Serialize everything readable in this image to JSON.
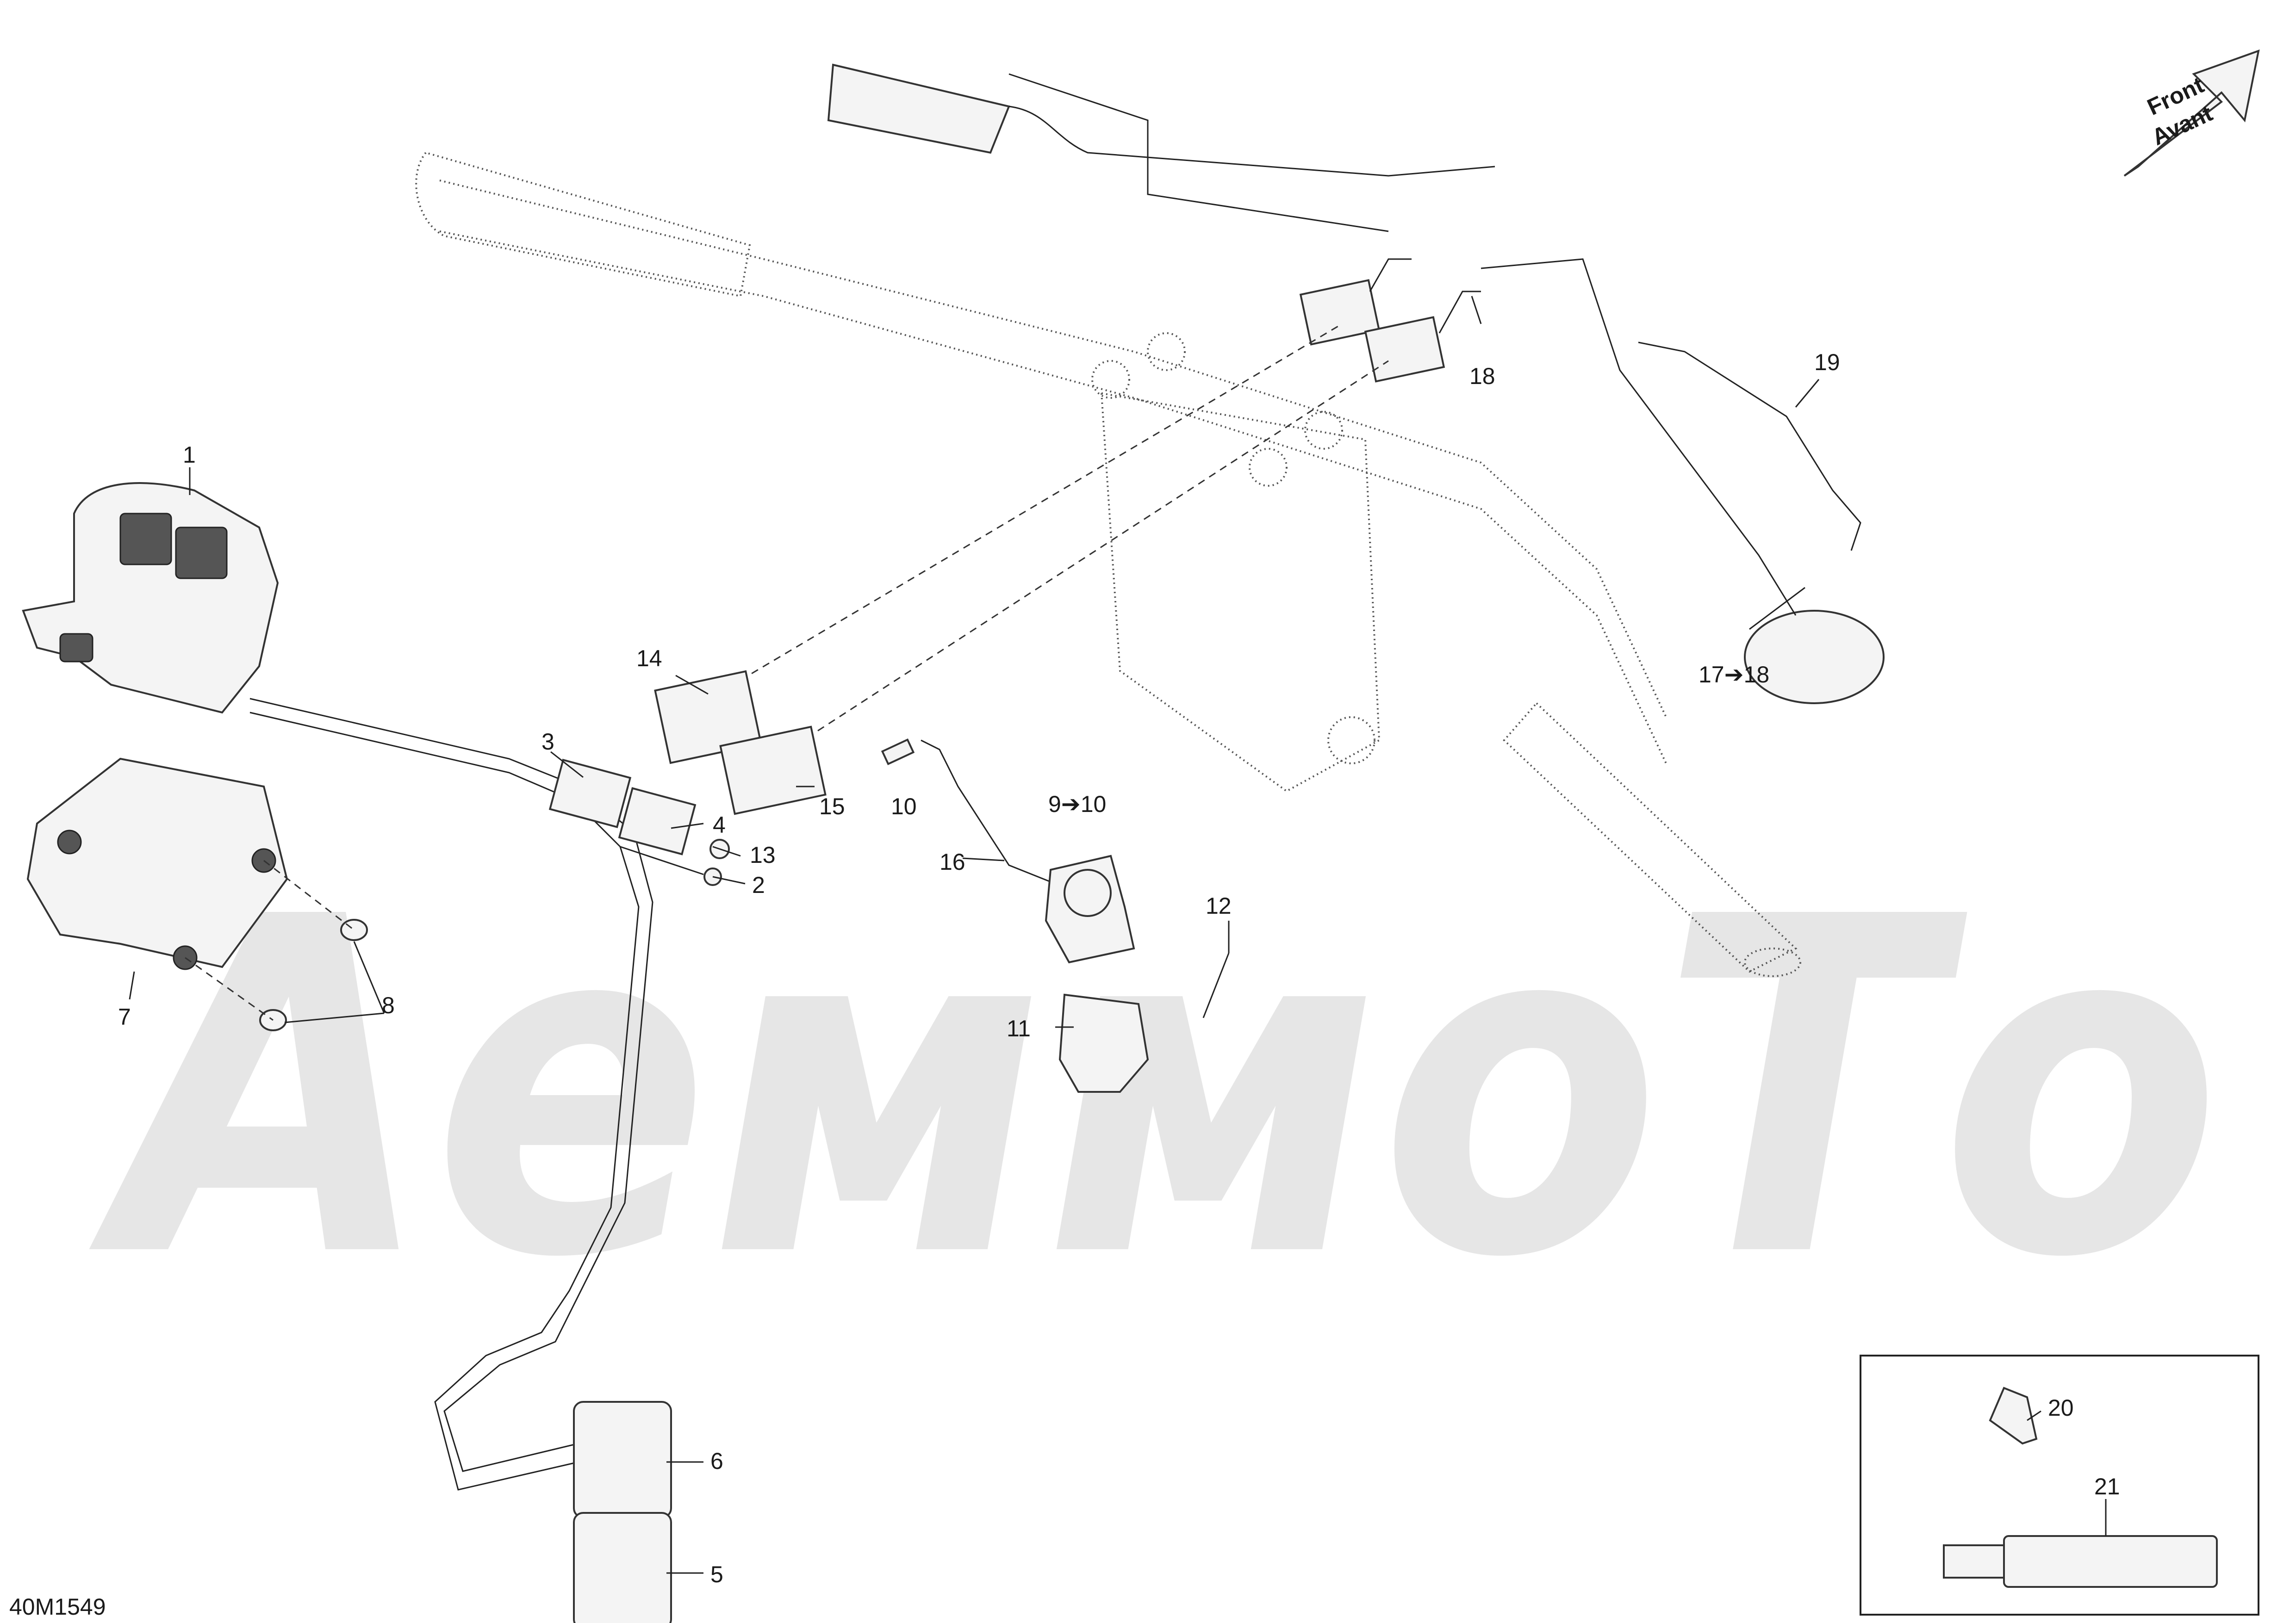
{
  "diagram": {
    "drawing_code": "40M1549",
    "watermark": "АеммоТо",
    "direction_arrow": {
      "line1": "Front",
      "line2": "Avant"
    },
    "callouts": [
      {
        "id": "c1",
        "text": "1"
      },
      {
        "id": "c2",
        "text": "2"
      },
      {
        "id": "c3",
        "text": "3"
      },
      {
        "id": "c4",
        "text": "4"
      },
      {
        "id": "c5",
        "text": "5"
      },
      {
        "id": "c6",
        "text": "6"
      },
      {
        "id": "c7",
        "text": "7"
      },
      {
        "id": "c8",
        "text": "8"
      },
      {
        "id": "c9",
        "text": "9➔10"
      },
      {
        "id": "c10",
        "text": "10"
      },
      {
        "id": "c11",
        "text": "11"
      },
      {
        "id": "c12",
        "text": "12"
      },
      {
        "id": "c13",
        "text": "13"
      },
      {
        "id": "c14",
        "text": "14"
      },
      {
        "id": "c15",
        "text": "15"
      },
      {
        "id": "c16",
        "text": "16"
      },
      {
        "id": "c17",
        "text": "17➔18"
      },
      {
        "id": "c18",
        "text": "18"
      },
      {
        "id": "c19",
        "text": "19"
      },
      {
        "id": "c20",
        "text": "20"
      },
      {
        "id": "c21",
        "text": "21"
      }
    ],
    "colors": {
      "line": "#222222",
      "watermark": "#e6e6e6",
      "part_fill": "#f4f4f4"
    }
  }
}
